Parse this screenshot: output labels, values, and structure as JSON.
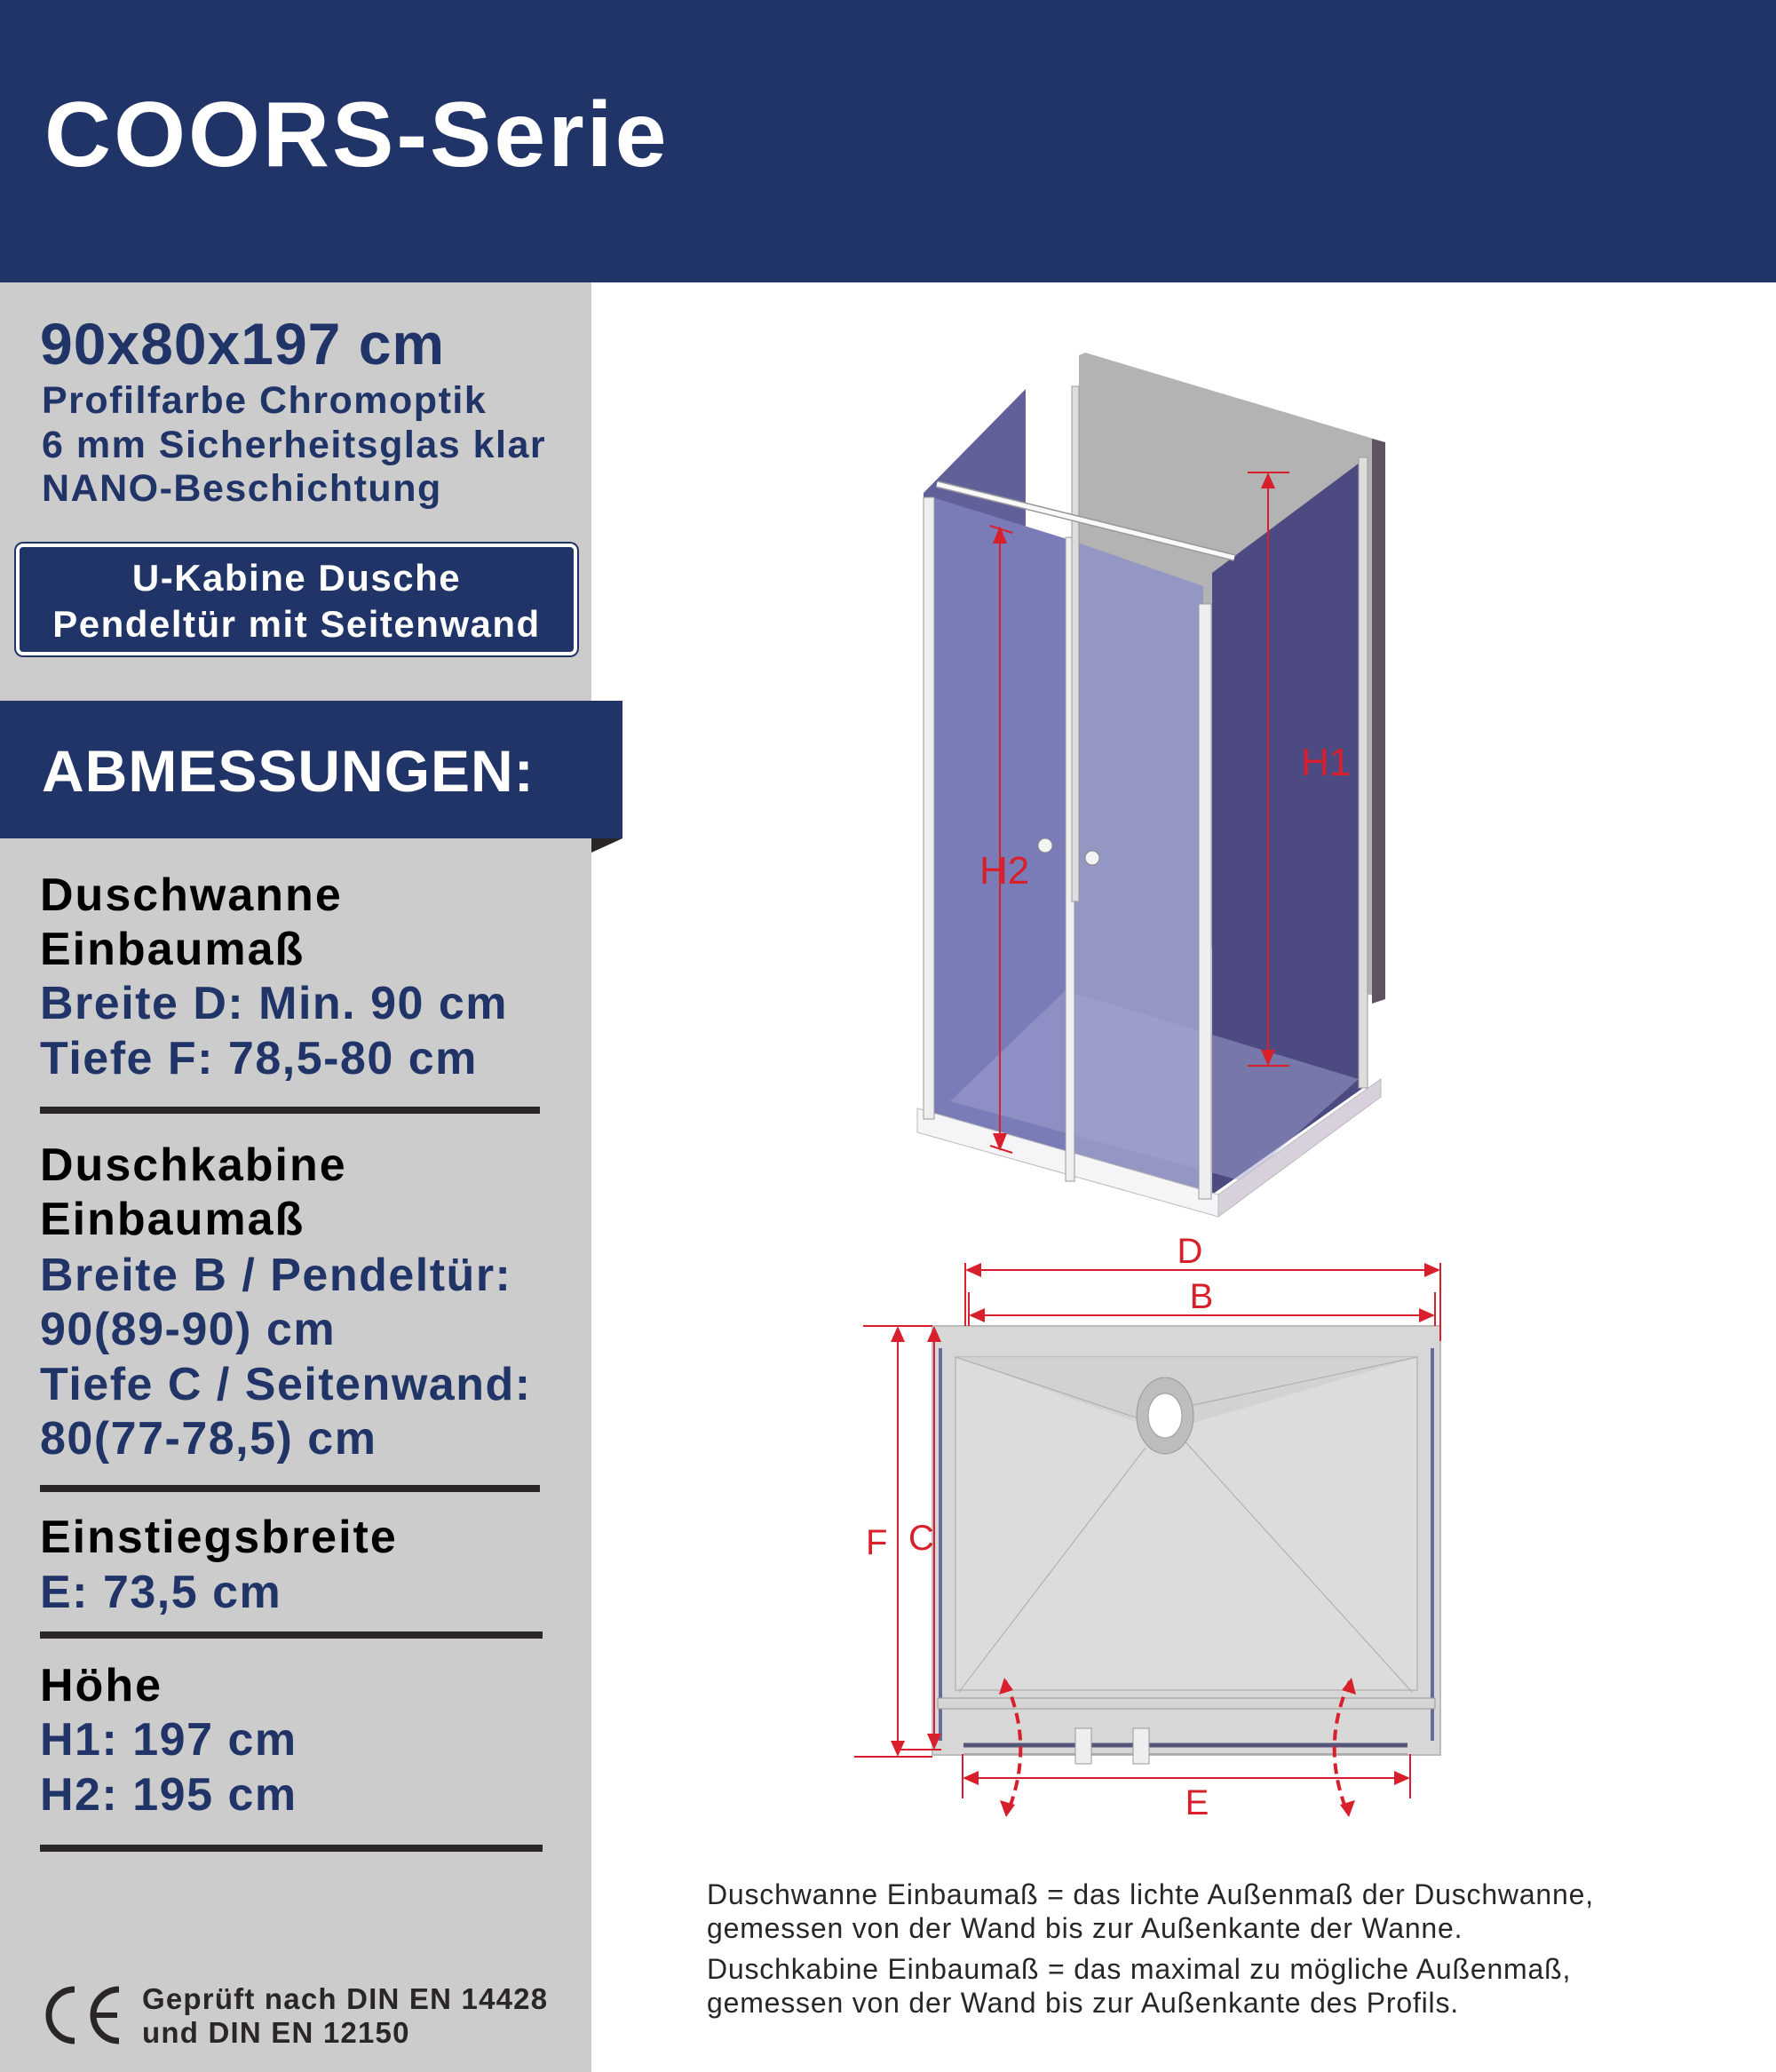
{
  "header": {
    "title": "COORS-Serie"
  },
  "product": {
    "size": "90x80x197 cm",
    "specs": [
      "Profilfarbe Chromoptik",
      "6 mm Sicherheitsglas klar",
      "NANO-Beschichtung"
    ],
    "type_box": [
      "U-Kabine Dusche",
      "Pendeltür mit Seitenwand"
    ]
  },
  "dimensions": {
    "title": "ABMESSUNGEN:",
    "groups": [
      {
        "heading": [
          "Duschwanne",
          "Einbaumaß"
        ],
        "values": [
          "Breite D: Min. 90 cm",
          "Tiefe F: 78,5-80 cm"
        ]
      },
      {
        "heading": [
          "Duschkabine",
          "Einbaumaß"
        ],
        "values": [
          "Breite B / Pendeltür:",
          "90(89-90) cm",
          "Tiefe C / Seitenwand:",
          "80(77-78,5) cm"
        ]
      },
      {
        "heading": [
          "Einstiegsbreite"
        ],
        "values": [
          "E: 73,5 cm"
        ]
      },
      {
        "heading": [
          "Höhe"
        ],
        "values": [
          "H1: 197 cm",
          "H2: 195 cm"
        ]
      }
    ]
  },
  "certification": {
    "mark": "CE",
    "lines": [
      "Geprüft nach DIN EN 14428",
      "und DIN EN 12150"
    ]
  },
  "diagram_3d": {
    "labels": {
      "h1": "H1",
      "h2": "H2"
    }
  },
  "diagram_plan": {
    "labels": {
      "d": "D",
      "b": "B",
      "f": "F",
      "c": "C",
      "e": "E"
    }
  },
  "notes": [
    "Duschwanne Einbaumaß = das lichte Außenmaß der Duschwanne,",
    "gemessen von der Wand bis zur Außenkante der Wanne.",
    "Duschkabine Einbaumaß = das maximal zu mögliche Außenmaß,",
    "gemessen von der Wand bis zur Außenkante des Profils."
  ],
  "colors": {
    "navy": "#213468",
    "panel_gray": "#cbcccb",
    "dimension_red": "#d7202b",
    "glass_blue": "#7a7cb8"
  }
}
